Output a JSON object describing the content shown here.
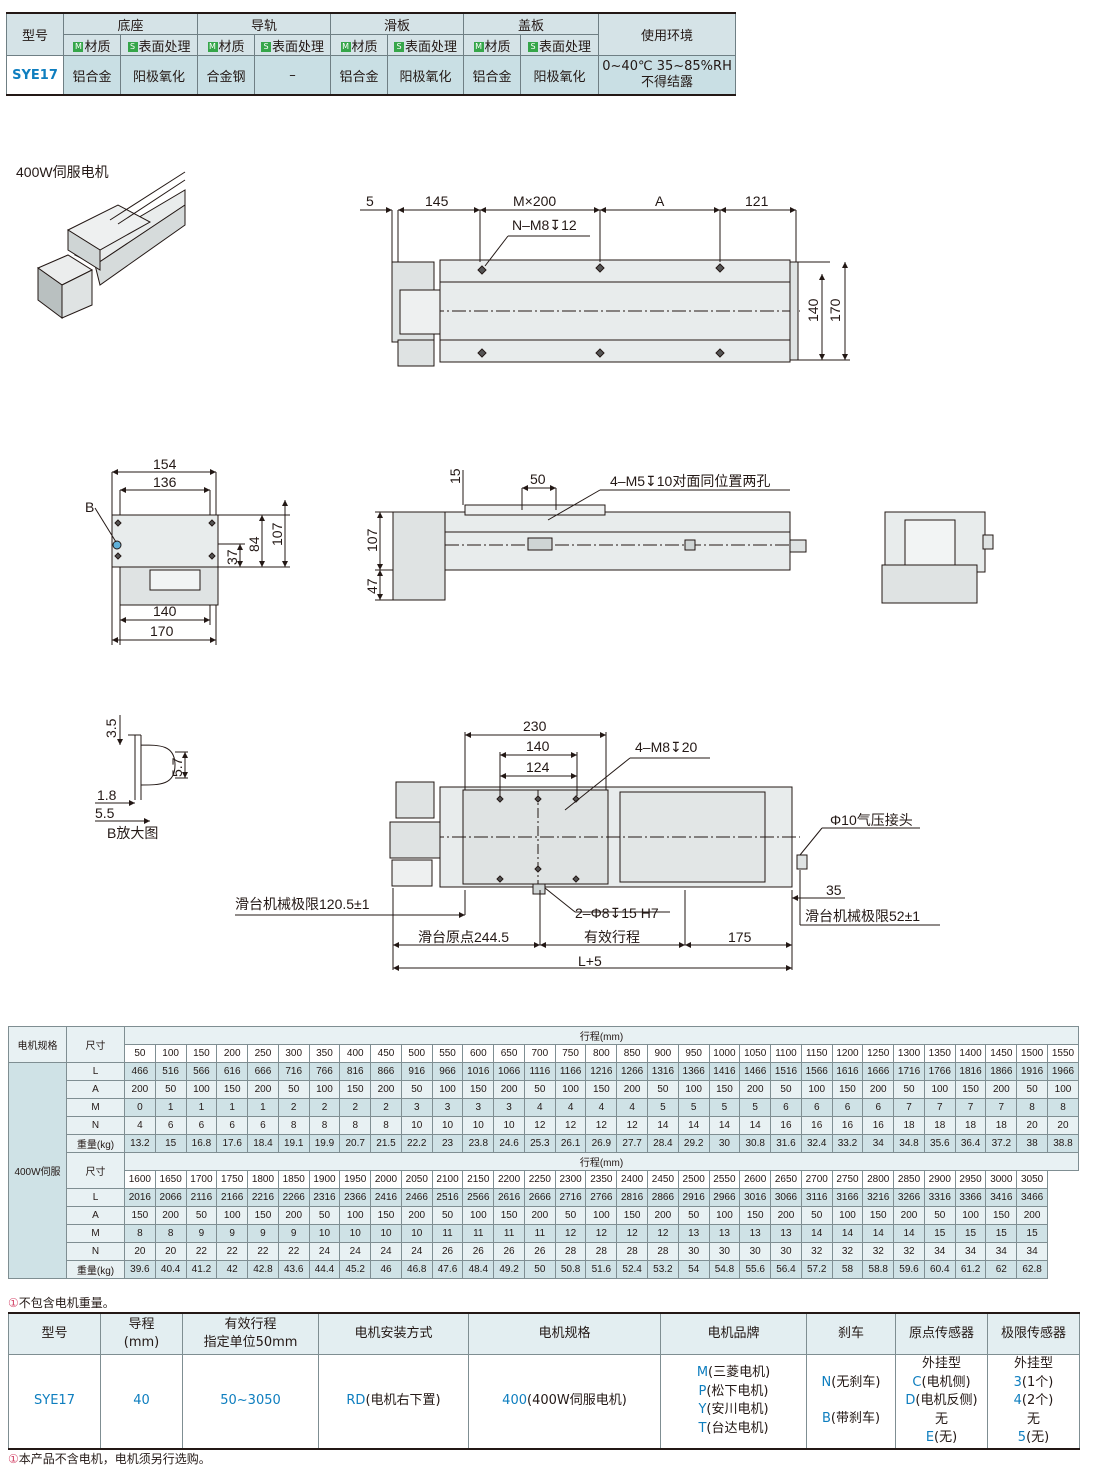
{
  "material_table": {
    "model_label": "型号",
    "groups": [
      "底座",
      "导轨",
      "滑板",
      "盖板"
    ],
    "env_label": "使用环境",
    "sub_material": "材质",
    "sub_surface": "表面处理",
    "tag_m": "M",
    "tag_s": "S",
    "model": "SYE17",
    "values": [
      "铝合金",
      "阳极氧化",
      "合金钢",
      "–",
      "铝合金",
      "阳极氧化",
      "铝合金",
      "阳极氧化"
    ],
    "env_line1": "0~40℃ 35~85%RH",
    "env_line2": "不得结露"
  },
  "drawing": {
    "motor_caption": "400W伺服电机",
    "top_view": {
      "d5": "5",
      "d145": "145",
      "dMx200": "M×200",
      "dA": "A",
      "d121": "121",
      "hole": "N–M8↧12",
      "d140": "140",
      "d170": "170"
    },
    "end_view": {
      "d154": "154",
      "d136": "136",
      "B": "B",
      "d37": "37",
      "d84": "84",
      "d107": "107",
      "d140": "140",
      "d170": "170"
    },
    "side_view": {
      "d15": "15",
      "d50": "50",
      "hole": "4–M5↧10对面同位置两孔",
      "d107": "107",
      "d47": "47"
    },
    "detail_b": {
      "d35": "3.5",
      "d57": "5.7",
      "d18": "1.8",
      "d55": "5.5",
      "caption": "B放大图"
    },
    "bottom_view": {
      "d230": "230",
      "d140": "140",
      "d124": "124",
      "hole4": "4–M8↧20",
      "phi10": "Φ10气压接头",
      "limit_left": "滑台机械极限120.5±1",
      "pin": "2–Φ8↧15 H7",
      "d35": "35",
      "limit_right": "滑台机械极限52±1",
      "origin": "滑台原点244.5",
      "stroke": "有效行程",
      "d175": "175",
      "total": "L+5"
    }
  },
  "stroke_table": {
    "motor_spec_label": "电机规格",
    "size_label": "尺寸",
    "stroke_label": "行程(mm)",
    "motor": "400W伺服",
    "row_labels": [
      "L",
      "A",
      "M",
      "N",
      "重量(kg)"
    ],
    "blocks": [
      {
        "strokes": [
          "50",
          "100",
          "150",
          "200",
          "250",
          "300",
          "350",
          "400",
          "450",
          "500",
          "550",
          "600",
          "650",
          "700",
          "750",
          "800",
          "850",
          "900",
          "950",
          "1000",
          "1050",
          "1100",
          "1150",
          "1200",
          "1250",
          "1300",
          "1350",
          "1400",
          "1450",
          "1500",
          "1550"
        ],
        "rows": [
          [
            "466",
            "516",
            "566",
            "616",
            "666",
            "716",
            "766",
            "816",
            "866",
            "916",
            "966",
            "1016",
            "1066",
            "1116",
            "1166",
            "1216",
            "1266",
            "1316",
            "1366",
            "1416",
            "1466",
            "1516",
            "1566",
            "1616",
            "1666",
            "1716",
            "1766",
            "1816",
            "1866",
            "1916",
            "1966"
          ],
          [
            "200",
            "50",
            "100",
            "150",
            "200",
            "50",
            "100",
            "150",
            "200",
            "50",
            "100",
            "150",
            "200",
            "50",
            "100",
            "150",
            "200",
            "50",
            "100",
            "150",
            "200",
            "50",
            "100",
            "150",
            "200",
            "50",
            "100",
            "150",
            "200",
            "50",
            "100"
          ],
          [
            "0",
            "1",
            "1",
            "1",
            "1",
            "2",
            "2",
            "2",
            "2",
            "3",
            "3",
            "3",
            "3",
            "4",
            "4",
            "4",
            "4",
            "5",
            "5",
            "5",
            "5",
            "6",
            "6",
            "6",
            "6",
            "7",
            "7",
            "7",
            "7",
            "8",
            "8"
          ],
          [
            "4",
            "6",
            "6",
            "6",
            "6",
            "8",
            "8",
            "8",
            "8",
            "10",
            "10",
            "10",
            "10",
            "12",
            "12",
            "12",
            "12",
            "14",
            "14",
            "14",
            "14",
            "16",
            "16",
            "16",
            "16",
            "18",
            "18",
            "18",
            "18",
            "20",
            "20"
          ],
          [
            "13.2",
            "15",
            "16.8",
            "17.6",
            "18.4",
            "19.1",
            "19.9",
            "20.7",
            "21.5",
            "22.2",
            "23",
            "23.8",
            "24.6",
            "25.3",
            "26.1",
            "26.9",
            "27.7",
            "28.4",
            "29.2",
            "30",
            "30.8",
            "31.6",
            "32.4",
            "33.2",
            "34",
            "34.8",
            "35.6",
            "36.4",
            "37.2",
            "38",
            "38.8"
          ]
        ]
      },
      {
        "strokes": [
          "1600",
          "1650",
          "1700",
          "1750",
          "1800",
          "1850",
          "1900",
          "1950",
          "2000",
          "2050",
          "2100",
          "2150",
          "2200",
          "2250",
          "2300",
          "2350",
          "2400",
          "2450",
          "2500",
          "2550",
          "2600",
          "2650",
          "2700",
          "2750",
          "2800",
          "2850",
          "2900",
          "2950",
          "3000",
          "3050"
        ],
        "rows": [
          [
            "2016",
            "2066",
            "2116",
            "2166",
            "2216",
            "2266",
            "2316",
            "2366",
            "2416",
            "2466",
            "2516",
            "2566",
            "2616",
            "2666",
            "2716",
            "2766",
            "2816",
            "2866",
            "2916",
            "2966",
            "3016",
            "3066",
            "3116",
            "3166",
            "3216",
            "3266",
            "3316",
            "3366",
            "3416",
            "3466"
          ],
          [
            "150",
            "200",
            "50",
            "100",
            "150",
            "200",
            "50",
            "100",
            "150",
            "200",
            "50",
            "100",
            "150",
            "200",
            "50",
            "100",
            "150",
            "200",
            "50",
            "100",
            "150",
            "200",
            "50",
            "100",
            "150",
            "200",
            "50",
            "100",
            "150",
            "200"
          ],
          [
            "8",
            "8",
            "9",
            "9",
            "9",
            "9",
            "10",
            "10",
            "10",
            "10",
            "11",
            "11",
            "11",
            "11",
            "12",
            "12",
            "12",
            "12",
            "13",
            "13",
            "13",
            "13",
            "14",
            "14",
            "14",
            "14",
            "15",
            "15",
            "15",
            "15"
          ],
          [
            "20",
            "20",
            "22",
            "22",
            "22",
            "22",
            "24",
            "24",
            "24",
            "24",
            "26",
            "26",
            "26",
            "26",
            "28",
            "28",
            "28",
            "28",
            "30",
            "30",
            "30",
            "30",
            "32",
            "32",
            "32",
            "32",
            "34",
            "34",
            "34",
            "34"
          ],
          [
            "39.6",
            "40.4",
            "41.2",
            "42",
            "42.8",
            "43.6",
            "44.4",
            "45.2",
            "46",
            "46.8",
            "47.6",
            "48.4",
            "49.2",
            "50",
            "50.8",
            "51.6",
            "52.4",
            "53.2",
            "54",
            "54.8",
            "55.6",
            "56.4",
            "57.2",
            "58",
            "58.8",
            "59.6",
            "60.4",
            "61.2",
            "62",
            "62.8"
          ]
        ]
      }
    ],
    "note_mark": "①",
    "note": "不包含电机重量。"
  },
  "order_table": {
    "headers": {
      "model": "型号",
      "lead": "导程",
      "lead_unit": "(mm)",
      "stroke": "有效行程",
      "stroke_sub": "指定单位50mm",
      "mount": "电机安装方式",
      "spec": "电机规格",
      "brand": "电机品牌",
      "brake": "刹车",
      "origin": "原点传感器",
      "limit": "极限传感器"
    },
    "model": "SYE17",
    "lead": "40",
    "stroke": "50~3050",
    "mount_code": "RD",
    "mount_text": "(电机右下置)",
    "spec_code": "400",
    "spec_text": "(400W伺服电机)",
    "brands": [
      {
        "code": "M",
        "text": "(三菱电机)"
      },
      {
        "code": "P",
        "text": "(松下电机)"
      },
      {
        "code": "Y",
        "text": "(安川电机)"
      },
      {
        "code": "T",
        "text": "(台达电机)"
      }
    ],
    "brakes": [
      {
        "code": "N",
        "text": "(无刹车)"
      },
      {
        "code": "B",
        "text": "(带刹车)"
      }
    ],
    "origin_type": "外挂型",
    "origin_opts": [
      {
        "code": "C",
        "text": "(电机侧)"
      },
      {
        "code": "D",
        "text": "(电机反侧)"
      }
    ],
    "origin_none": "无",
    "origin_none_code": "E",
    "origin_none_text": "(无)",
    "limit_type": "外挂型",
    "limit_opts": [
      {
        "code": "3",
        "text": "(1个)"
      },
      {
        "code": "4",
        "text": "(2个)"
      }
    ],
    "limit_none": "无",
    "limit_none_code": "5",
    "limit_none_text": "(无)"
  },
  "footer": {
    "note_mark": "①",
    "note": "本产品不含电机，电机须另行选购。"
  },
  "colors": {
    "accent": "#0e7ebf",
    "header_fill": "#d5e3e7",
    "cell_fill": "#cfe2e6",
    "tag_green": "#36a64a",
    "note_mark": "#d54b6d"
  }
}
